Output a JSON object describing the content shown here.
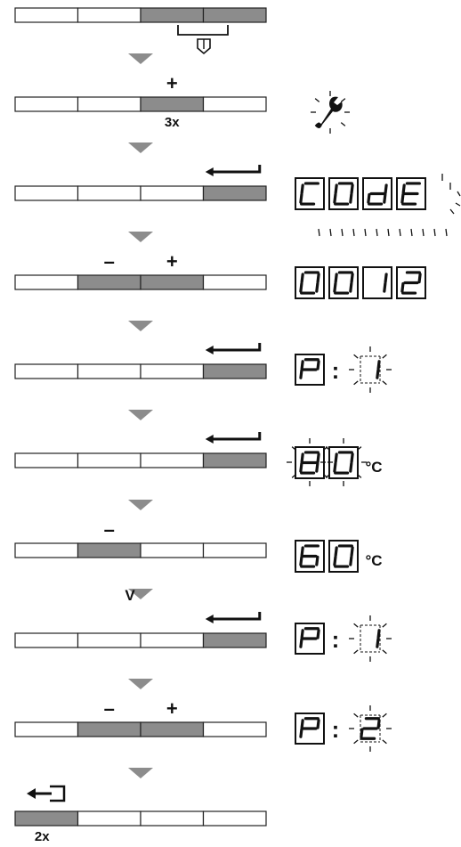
{
  "colors": {
    "pressed": "#8c8c8c",
    "panel": "#ffffff",
    "ink": "#111111"
  },
  "panel": {
    "button_count": 4
  },
  "steps": [
    {
      "pressed": [
        2,
        3
      ],
      "label_above": "",
      "label_below": "",
      "display": null,
      "extra_icon": "key-lock-icon"
    },
    {
      "pressed": [
        2
      ],
      "label_above": "+",
      "label_below": "3x",
      "display": {
        "type": "wrench-blink"
      }
    },
    {
      "pressed": [
        3
      ],
      "label_above": "",
      "label_below": "",
      "arrow_icon": "enter-arrow-icon",
      "display": {
        "type": "digits",
        "chars": [
          "C",
          "O",
          "d",
          "E"
        ],
        "blink": true
      }
    },
    {
      "pressed": [
        1,
        2
      ],
      "labels_above": [
        "–",
        "+"
      ],
      "display": {
        "type": "digits",
        "chars": [
          "0",
          "0",
          "1",
          "2"
        ]
      }
    },
    {
      "pressed": [
        3
      ],
      "arrow_icon": "enter-arrow-icon",
      "display": {
        "type": "param",
        "prefix": "P",
        "sep": ":",
        "value": "1",
        "blink": true
      }
    },
    {
      "pressed": [
        3
      ],
      "arrow_icon": "enter-arrow-icon",
      "display": {
        "type": "temp",
        "chars": [
          "8",
          "0"
        ],
        "unit": "°C",
        "blink": true
      }
    },
    {
      "pressed": [
        1
      ],
      "labels_above": [
        "–"
      ],
      "display": {
        "type": "temp",
        "chars": [
          "6",
          "0"
        ],
        "unit": "°C"
      }
    },
    {
      "pressed": [
        3
      ],
      "arrow_icon": "enter-arrow-icon",
      "display": {
        "type": "param",
        "prefix": "P",
        "sep": ":",
        "value": "1",
        "blink": true
      }
    },
    {
      "pressed": [
        1,
        2
      ],
      "labels_above": [
        "–",
        "+"
      ],
      "display": {
        "type": "param",
        "prefix": "P",
        "sep": ":",
        "value": "2",
        "blink": true
      }
    },
    {
      "pressed": [
        0
      ],
      "arrow_icon": "exit-arrow-icon",
      "label_below": "2x"
    }
  ],
  "connectors": [
    "down",
    "down",
    "down",
    "down",
    "down",
    "down",
    "check-down",
    "down",
    "down"
  ],
  "check_label": "V"
}
